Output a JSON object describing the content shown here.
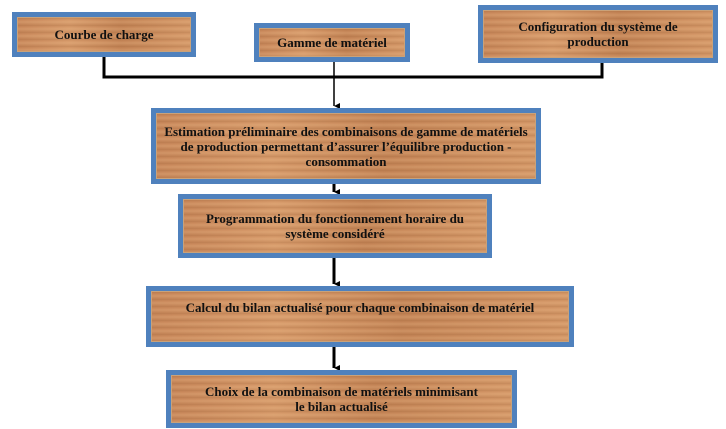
{
  "boxes": {
    "load_curve": "Courbe de charge",
    "equipment_range": "Gamme de matériel",
    "system_config": "Configuration du système de production",
    "estimation": "Estimation préliminaire des combinaisons de gamme de matériels de production permettant d’assurer l’équilibre production - consommation",
    "scheduling": "Programmation du fonctionnement horaire du système considéré",
    "balance": "Calcul du bilan actualisé pour chaque combinaison de matériel",
    "choice": "Choix de la combinaison de matériels minimisant le bilan actualisé"
  },
  "colors": {
    "border": "#4f81bd",
    "wood": "#cf9063",
    "line": "#000000"
  }
}
